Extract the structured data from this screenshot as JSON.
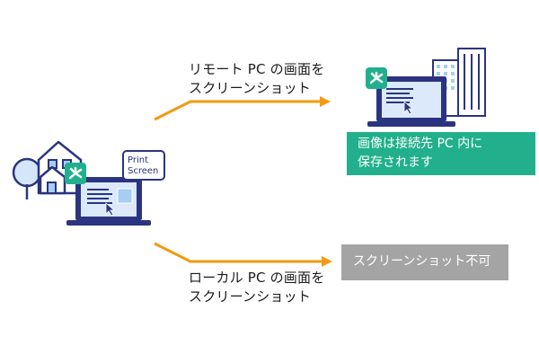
{
  "captions": {
    "remote": "リモート PC の画面を\nスクリーンショット",
    "local": "ローカル PC の画面を\nスクリーンショット"
  },
  "result_boxes": {
    "remote": "画像は接続先 PC 内に\n保存されます",
    "local": "スクリーンショット不可"
  },
  "print_screen_key": "Print\nScreen",
  "icons": [
    "house-icon",
    "tree-icon",
    "laptop-icon",
    "splashtop-logo-icon",
    "office-building-icon",
    "cursor-arrow-icon"
  ],
  "colors": {
    "arrow": "#f39a12",
    "navy": "#2b3480",
    "green": "#21b08b",
    "gray": "#a4a4a4",
    "screen": "#dbe9fb",
    "light_blue": "#a7cdf2"
  }
}
